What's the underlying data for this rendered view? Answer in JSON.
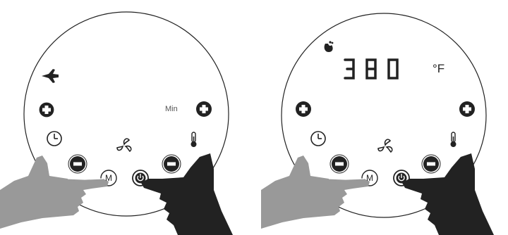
{
  "left_panel": {
    "time_unit_label": "Min",
    "mode_button_label": "M"
  },
  "right_panel": {
    "temperature_value": "380",
    "temperature_unit": "°F",
    "mode_button_label": "M"
  }
}
